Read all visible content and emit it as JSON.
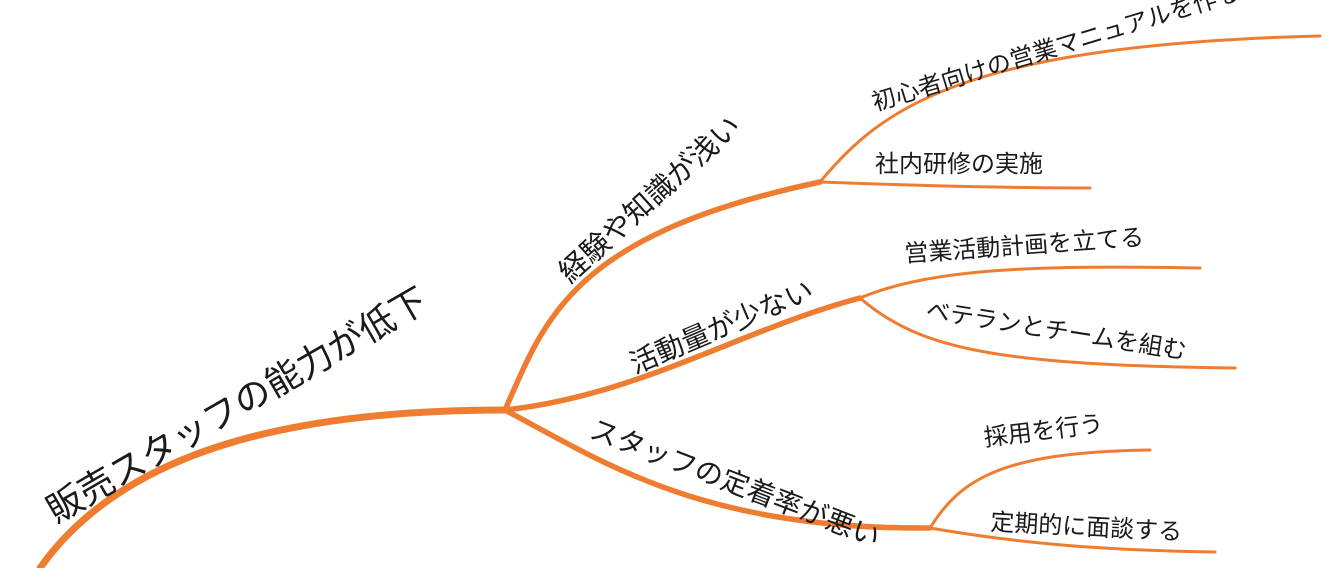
{
  "mindmap": {
    "branch_color": "#ef7d31",
    "text_color": "#1a1a1a",
    "root": {
      "label": "販売スタッフの能力が低下"
    },
    "branches": [
      {
        "label": "経験や知識が浅い",
        "children": [
          {
            "label": "初心者向けの営業マニュアルを作る"
          },
          {
            "label": "社内研修の実施"
          }
        ]
      },
      {
        "label": "活動量が少ない",
        "children": [
          {
            "label": "営業活動計画を立てる"
          },
          {
            "label": "ベテランとチームを組む"
          }
        ]
      },
      {
        "label": "スタッフの定着率が悪い",
        "children": [
          {
            "label": "採用を行う"
          },
          {
            "label": "定期的に面談する"
          }
        ]
      }
    ]
  }
}
